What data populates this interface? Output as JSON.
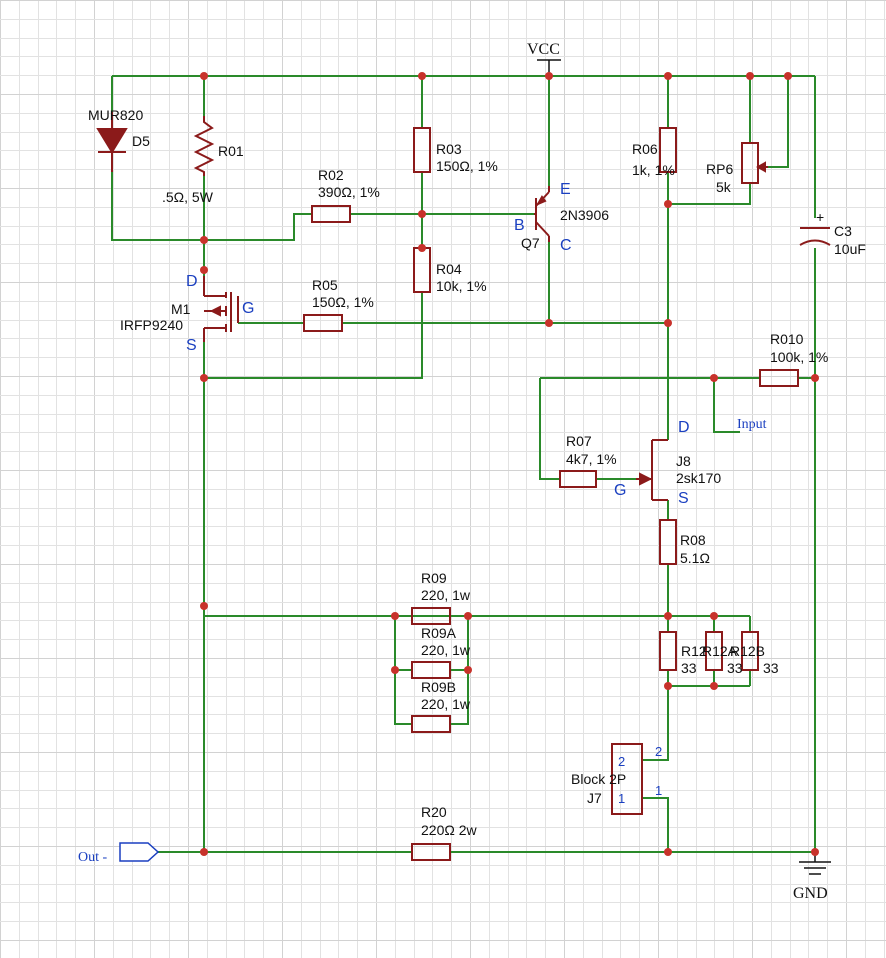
{
  "power": {
    "vcc": "VCC",
    "gnd": "GND"
  },
  "ports": {
    "out": "Out -",
    "input": "Input"
  },
  "components": {
    "D5": {
      "ref": "D5",
      "value": "MUR820"
    },
    "R01": {
      "ref": "R01",
      "value": ".5Ω, 5W"
    },
    "R02": {
      "ref": "R02",
      "value": "390Ω, 1%"
    },
    "R03": {
      "ref": "R03",
      "value": "150Ω, 1%"
    },
    "R04": {
      "ref": "R04",
      "value": "10k, 1%"
    },
    "R05": {
      "ref": "R05",
      "value": "150Ω, 1%"
    },
    "Q7": {
      "ref": "Q7",
      "value": "2N3906",
      "pin_e": "E",
      "pin_b": "B",
      "pin_c": "C"
    },
    "M1": {
      "ref": "M1",
      "value": "IRFP9240",
      "pin_d": "D",
      "pin_g": "G",
      "pin_s": "S"
    },
    "R06": {
      "ref": "R06",
      "value": "1k, 1%"
    },
    "RP6": {
      "ref": "RP6",
      "value": "5k"
    },
    "C3": {
      "ref": "C3",
      "value": "10uF",
      "polarity": "+"
    },
    "R010": {
      "ref": "R010",
      "value": "100k, 1%"
    },
    "R07": {
      "ref": "R07",
      "value": "4k7, 1%"
    },
    "J8": {
      "ref": "J8",
      "value": "2sk170",
      "pin_d": "D",
      "pin_g": "G",
      "pin_s": "S"
    },
    "R08": {
      "ref": "R08",
      "value": "5.1Ω"
    },
    "R09": {
      "ref": "R09",
      "value": "220, 1w"
    },
    "R09A": {
      "ref": "R09A",
      "value": "220, 1w"
    },
    "R09B": {
      "ref": "R09B",
      "value": "220, 1w"
    },
    "R12": {
      "ref": "R12",
      "value": "33"
    },
    "R12A": {
      "ref": "R12A",
      "value": "33"
    },
    "R12B": {
      "ref": "R12B",
      "value": "33"
    },
    "J7": {
      "ref": "J7",
      "value": "Block 2P",
      "pin1": "1",
      "pin2": "2"
    },
    "R20": {
      "ref": "R20",
      "value": "220Ω 2w"
    }
  },
  "colors": {
    "wire": "#2a8a2a",
    "component": "#8b1a1a",
    "junction": "#c8322b",
    "pin_label": "#1a3fc0",
    "grid": "#e2e2e2"
  }
}
